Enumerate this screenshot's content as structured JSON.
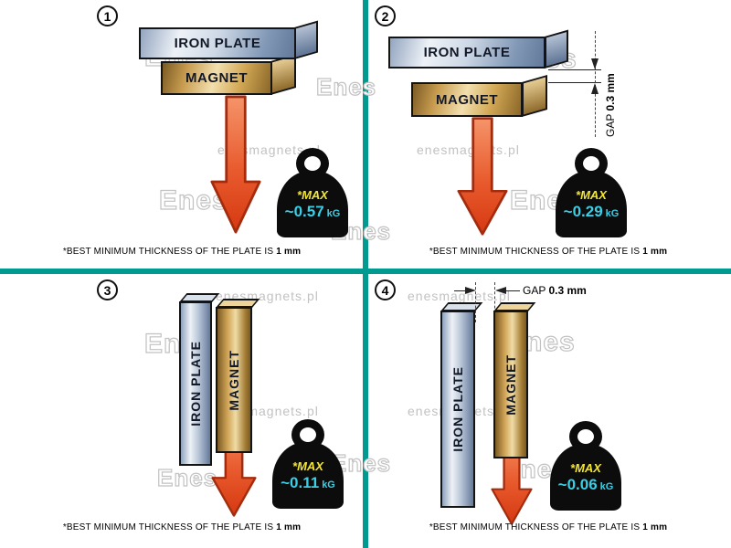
{
  "colors": {
    "divider": "#009a90",
    "arrow": "#e2481f",
    "arrow_dark": "#a32c0e",
    "max_text": "#f2e535",
    "value_text": "#39cfe6",
    "watermark": "#c2c2c2"
  },
  "watermark": {
    "brand": "Enes",
    "url": "enesmagnets.pl"
  },
  "panels": [
    {
      "number": "1",
      "plate_label": "IRON PLATE",
      "magnet_label": "MAGNET",
      "max_label": "*MAX",
      "value": "~0.57",
      "unit": "kG",
      "note": "*BEST MINIMUM THICKNESS OF THE PLATE IS",
      "note_bold": "1 mm"
    },
    {
      "number": "2",
      "plate_label": "IRON PLATE",
      "magnet_label": "MAGNET",
      "gap_label": "GAP",
      "gap_value": "0.3 mm",
      "max_label": "*MAX",
      "value": "~0.29",
      "unit": "kG",
      "note": "*BEST MINIMUM THICKNESS OF THE PLATE IS",
      "note_bold": "1 mm"
    },
    {
      "number": "3",
      "plate_label": "IRON PLATE",
      "magnet_label": "MAGNET",
      "max_label": "*MAX",
      "value": "~0.11",
      "unit": "kG",
      "note": "*BEST MINIMUM THICKNESS OF THE PLATE IS",
      "note_bold": "1 mm"
    },
    {
      "number": "4",
      "plate_label": "IRON PLATE",
      "magnet_label": "MAGNET",
      "gap_label": "GAP",
      "gap_value": "0.3 mm",
      "max_label": "*MAX",
      "value": "~0.06",
      "unit": "kG",
      "note": "*BEST MINIMUM THICKNESS OF THE PLATE IS",
      "note_bold": "1 mm"
    }
  ]
}
